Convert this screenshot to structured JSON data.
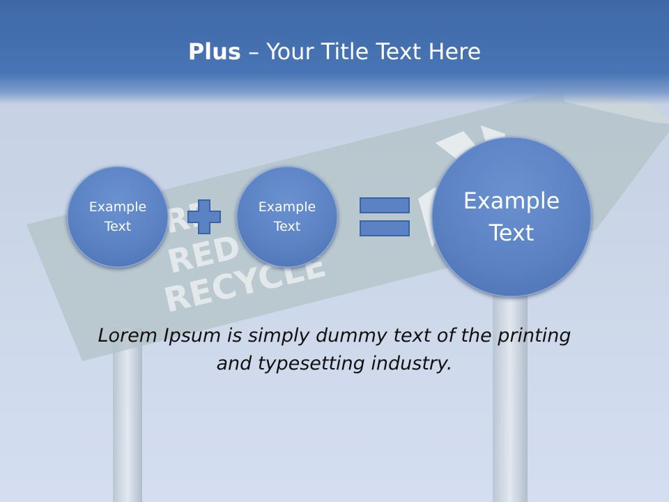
{
  "title": {
    "bold": "Plus",
    "rest": " – Your Title Text Here"
  },
  "background": {
    "sign_words": [
      "RE",
      "RED",
      "RECYCLE"
    ]
  },
  "circles": [
    {
      "line1": "Example",
      "line2": "Text"
    },
    {
      "line1": "Example",
      "line2": "Text"
    },
    {
      "line1": "Example",
      "line2": "Text"
    }
  ],
  "caption": {
    "line1": "Lorem Ipsum is simply dummy text of the printing",
    "line2": "and typesetting industry."
  },
  "colors": {
    "header": "#4372b4",
    "circle": "#5b82c3",
    "operator": "#5b82c3",
    "background": "#c9d5e6"
  },
  "icons": {
    "plus": "plus-icon",
    "equals": "equals-icon"
  }
}
